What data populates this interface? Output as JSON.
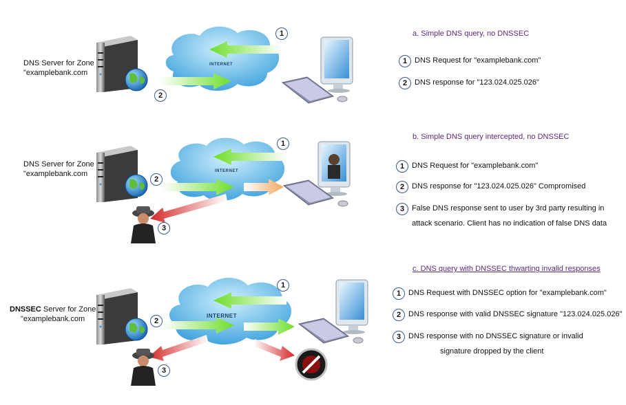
{
  "scene_a": {
    "title": "a. Simple DNS query, no DNSSEC",
    "server_label_line1": "DNS Server for Zone",
    "server_label_line2": "\"examplebank.com",
    "internet_label": "INTERNET",
    "badge_1": "1",
    "badge_2": "2",
    "legend": [
      {
        "num": "1",
        "text": "DNS Request for \"examplebank.com\""
      },
      {
        "num": "2",
        "text": "DNS response for \"123.024.025.026\""
      }
    ]
  },
  "scene_b": {
    "title": "b. Simple DNS query intercepted, no DNSSEC",
    "server_label_line1": "DNS Server for Zone",
    "server_label_line2": "\"examplebank.com",
    "internet_label": "INTERNET",
    "badge_1": "1",
    "badge_2": "2",
    "badge_3": "3",
    "legend": [
      {
        "num": "1",
        "text": "DNS Request for \"examplebank.com\""
      },
      {
        "num": "2",
        "text": "DNS response for \"123.024.025.026\" Compromised"
      },
      {
        "num": "3",
        "line1": "False DNS response sent to user by 3rd party resulting in",
        "line2": "attack scenario. Client has no indication of false DNS data"
      }
    ]
  },
  "scene_c": {
    "title": "c. DNS query with DNSSEC thwarting invalid responses",
    "server_label_bold": "DNSSEC",
    "server_label_rest": " Server for Zone",
    "server_label_line2": "\"examplebank.com",
    "internet_label": "INTERNET",
    "badge_1": "1",
    "badge_2": "2",
    "badge_3": "3",
    "legend": [
      {
        "num": "1",
        "text": "DNS Request with DNSSEC option for \"examplebank.com\""
      },
      {
        "num": "2",
        "text": "DNS response with valid DNSSEC signature \"123.024.025.026\""
      },
      {
        "num": "3",
        "line1": "DNS response with no DNSSEC signature or invalid",
        "line2": "signature dropped by the client"
      }
    ]
  },
  "colors": {
    "green_arrow": "#7ee23a",
    "red_arrow": "#d42a2a",
    "orange_arrow": "#f2a860",
    "cloud": "#5fb8e8",
    "title_purple": "#5a2a7a"
  },
  "icons": [
    "server-icon",
    "globe-icon",
    "cloud-icon",
    "monitor-icon",
    "keyboard-icon",
    "mouse-icon",
    "spy-icon",
    "blocked-icon"
  ]
}
